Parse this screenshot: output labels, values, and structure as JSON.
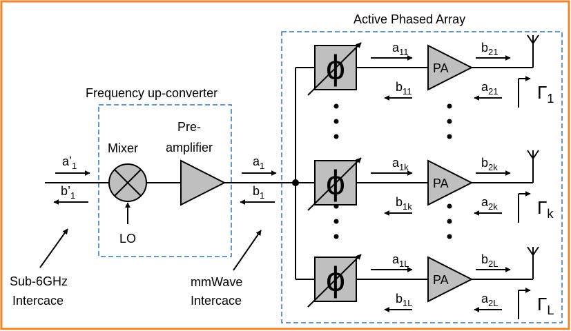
{
  "titles": {
    "array": "Active Phased Array",
    "upconverter": "Frequency up-converter"
  },
  "blocks": {
    "mixer": "Mixer",
    "lo": "LO",
    "preamp_line1": "Pre-",
    "preamp_line2": "amplifier",
    "pa": "PA",
    "phase": "ϕ"
  },
  "interfaces": {
    "sub6_line1": "Sub-6GHz",
    "sub6_line2": "Intercace",
    "mmwave_line1": "mmWave",
    "mmwave_line2": "Intercace"
  },
  "waves": {
    "a1p": {
      "base": "a’",
      "sub": "1"
    },
    "b1p": {
      "base": "b’",
      "sub": "1"
    },
    "a1": {
      "base": "a",
      "sub": "1"
    },
    "b1": {
      "base": "b",
      "sub": "1"
    },
    "branches": [
      {
        "a_in": "11",
        "b_in": "11",
        "b_out": "21",
        "a_out": "21",
        "gamma": "1"
      },
      {
        "a_in": "1k",
        "b_in": "1k",
        "b_out": "2k",
        "a_out": "2k",
        "gamma": "k"
      },
      {
        "a_in": "1L",
        "b_in": "1L",
        "b_out": "2L",
        "a_out": "2L",
        "gamma": "L"
      }
    ],
    "a_letter": "a",
    "b_letter": "b",
    "gamma_letter": "Γ"
  },
  "colors": {
    "outer_border": "#f0862a",
    "dashed_box": "#2e75b6",
    "block_fill": "#bfbfbf",
    "line": "#000000"
  }
}
